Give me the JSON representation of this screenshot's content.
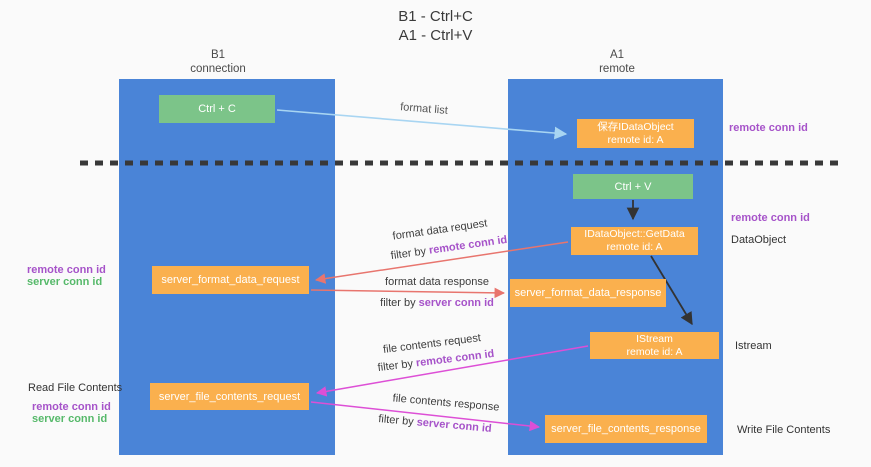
{
  "title": {
    "line1": "B1 - Ctrl+C",
    "line2": "A1 - Ctrl+V"
  },
  "columns": {
    "b1": {
      "name": "B1",
      "subtitle": "connection"
    },
    "a1": {
      "name": "A1",
      "subtitle": "remote"
    }
  },
  "boxes": {
    "ctrl_c": {
      "label": "Ctrl + C"
    },
    "save_idataobject": {
      "line1": "保存IDataObject",
      "line2": "remote id: A"
    },
    "ctrl_v": {
      "label": "Ctrl + V"
    },
    "getdata": {
      "line1": "IDataObject::GetData",
      "line2": "remote id: A"
    },
    "format_request": {
      "label": "server_format_data_request"
    },
    "format_response": {
      "label": "server_format_data_response"
    },
    "istream": {
      "line1": "IStream",
      "line2": "remote id: A"
    },
    "file_request": {
      "label": "server_file_contents_request"
    },
    "file_response": {
      "label": "server_file_contents_response"
    }
  },
  "arrow_labels": {
    "format_list": "format list",
    "format_data_request": {
      "line1": "format data request",
      "filter_prefix": "filter by ",
      "filter_key": "remote conn id"
    },
    "format_data_response": {
      "line1": "format data response",
      "filter_prefix": "filter by ",
      "filter_key": "server conn id"
    },
    "file_contents_request": {
      "line1": "file contents request",
      "filter_prefix": "filter by ",
      "filter_key": "remote conn id"
    },
    "file_contents_response": {
      "line1": "file contents response",
      "filter_prefix": "filter by ",
      "filter_key": "server conn id"
    }
  },
  "side_labels": {
    "right_remote_conn_id_top": "remote conn id",
    "right_remote_conn_id_mid": "remote conn id",
    "right_dataobject": "DataObject",
    "right_istream": "Istream",
    "right_write_file_contents": "Write File Contents",
    "left_remote_conn_id_format": "remote conn id",
    "left_server_conn_id_format": "server conn id",
    "left_read_file_contents": "Read File Contents",
    "left_remote_conn_id_file": "remote conn id",
    "left_server_conn_id_file": "server conn id"
  },
  "colors": {
    "column_blue": "#4a84d7",
    "box_green": "#7cc489",
    "box_orange": "#fab04e",
    "label_purple": "#a653c9",
    "label_green": "#56b96a",
    "arrow_red": "#e8756e",
    "arrow_magenta": "#dd4fd6",
    "arrow_light_blue": "#a8d5f2",
    "arrow_black": "#333333",
    "background": "#fafafa"
  }
}
